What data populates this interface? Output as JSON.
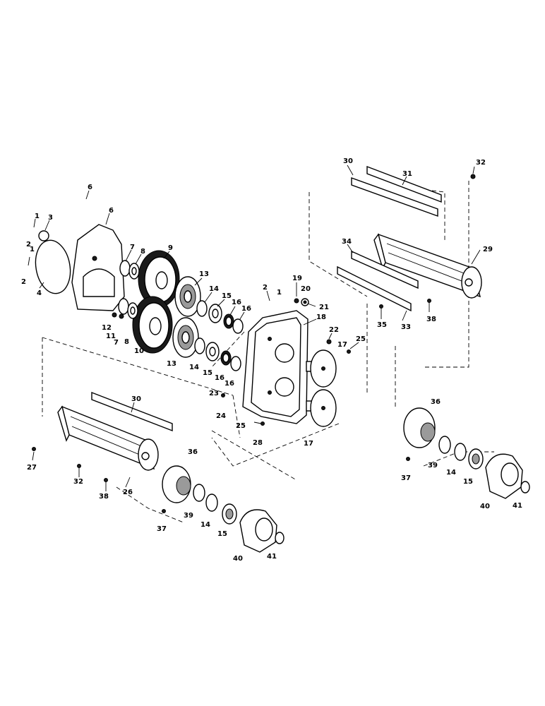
{
  "colors": {
    "ink": "#000000",
    "paper": "#ffffff",
    "shade": "#9a9a9a"
  },
  "callouts": [
    {
      "id": "c6a",
      "text": "6"
    },
    {
      "id": "c1a",
      "text": "1"
    },
    {
      "id": "c3",
      "text": "3"
    },
    {
      "id": "c1b",
      "text": "1"
    },
    {
      "id": "c2a",
      "text": "2"
    },
    {
      "id": "c2b",
      "text": "2"
    },
    {
      "id": "c4",
      "text": "4"
    },
    {
      "id": "c6b",
      "text": "6"
    },
    {
      "id": "c7a",
      "text": "7"
    },
    {
      "id": "c8a",
      "text": "8"
    },
    {
      "id": "c9",
      "text": "9"
    },
    {
      "id": "c12",
      "text": "12"
    },
    {
      "id": "c11",
      "text": "11"
    },
    {
      "id": "c7b",
      "text": "7"
    },
    {
      "id": "c8b",
      "text": "8"
    },
    {
      "id": "c10",
      "text": "10"
    },
    {
      "id": "c13a",
      "text": "13"
    },
    {
      "id": "c14a",
      "text": "14"
    },
    {
      "id": "c15a",
      "text": "15"
    },
    {
      "id": "c16a",
      "text": "16"
    },
    {
      "id": "c16b",
      "text": "16"
    },
    {
      "id": "c13b",
      "text": "13"
    },
    {
      "id": "c14b",
      "text": "14"
    },
    {
      "id": "c15b",
      "text": "15"
    },
    {
      "id": "c16c",
      "text": "16"
    },
    {
      "id": "c16d",
      "text": "16"
    },
    {
      "id": "c2c",
      "text": "2"
    },
    {
      "id": "c1c",
      "text": "1"
    },
    {
      "id": "c19",
      "text": "19"
    },
    {
      "id": "c20",
      "text": "20"
    },
    {
      "id": "c21",
      "text": "21"
    },
    {
      "id": "c18",
      "text": "18"
    },
    {
      "id": "c22",
      "text": "22"
    },
    {
      "id": "c25a",
      "text": "25"
    },
    {
      "id": "c17a",
      "text": "17"
    },
    {
      "id": "c23",
      "text": "23"
    },
    {
      "id": "c24",
      "text": "24"
    },
    {
      "id": "c25b",
      "text": "25"
    },
    {
      "id": "c28",
      "text": "28"
    },
    {
      "id": "c17b",
      "text": "17"
    },
    {
      "id": "c30a",
      "text": "30"
    },
    {
      "id": "c31",
      "text": "31"
    },
    {
      "id": "c32a",
      "text": "32"
    },
    {
      "id": "c34",
      "text": "34"
    },
    {
      "id": "c29",
      "text": "29"
    },
    {
      "id": "c35",
      "text": "35"
    },
    {
      "id": "c33",
      "text": "33"
    },
    {
      "id": "c38a",
      "text": "38"
    },
    {
      "id": "c30b",
      "text": "30"
    },
    {
      "id": "c27",
      "text": "27"
    },
    {
      "id": "c32b",
      "text": "32"
    },
    {
      "id": "c38b",
      "text": "38"
    },
    {
      "id": "c26",
      "text": "26"
    },
    {
      "id": "c36a",
      "text": "36"
    },
    {
      "id": "c37a",
      "text": "37"
    },
    {
      "id": "c39a",
      "text": "39"
    },
    {
      "id": "c14c",
      "text": "14"
    },
    {
      "id": "c15c",
      "text": "15"
    },
    {
      "id": "c40a",
      "text": "40"
    },
    {
      "id": "c41a",
      "text": "41"
    },
    {
      "id": "c36b",
      "text": "36"
    },
    {
      "id": "c39b",
      "text": "39"
    },
    {
      "id": "c14d",
      "text": "14"
    },
    {
      "id": "c37b",
      "text": "37"
    },
    {
      "id": "c15d",
      "text": "15"
    },
    {
      "id": "c40b",
      "text": "40"
    },
    {
      "id": "c41b",
      "text": "41"
    }
  ]
}
